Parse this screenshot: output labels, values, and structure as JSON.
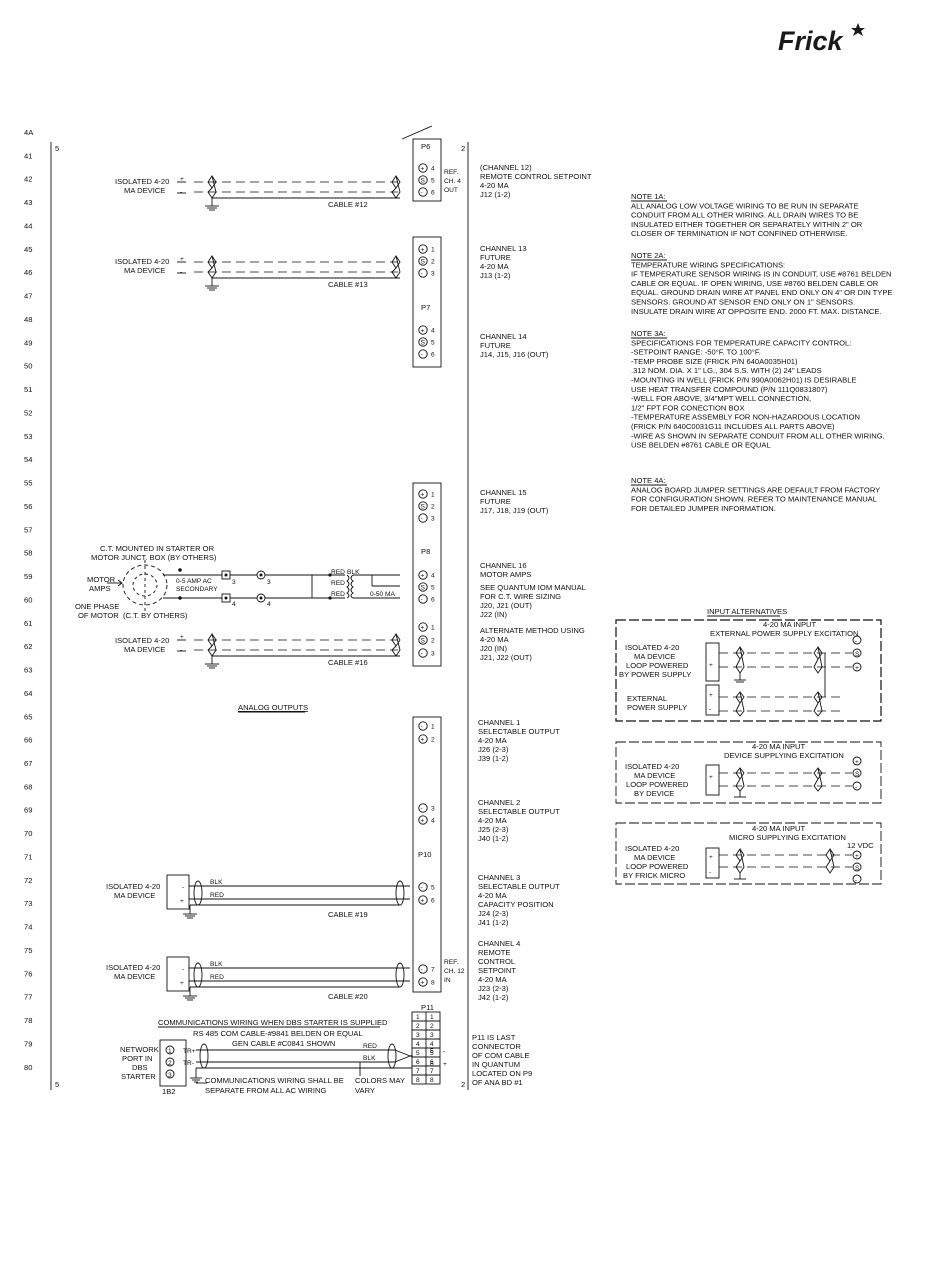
{
  "brand": {
    "logo_text": "Frick"
  },
  "sheet": {
    "row_numbers": [
      "4A",
      "41",
      "42",
      "43",
      "44",
      "45",
      "46",
      "47",
      "48",
      "49",
      "50",
      "51",
      "52",
      "53",
      "54",
      "55",
      "56",
      "57",
      "58",
      "59",
      "60",
      "61",
      "62",
      "63",
      "64",
      "65",
      "66",
      "67",
      "68",
      "69",
      "70",
      "71",
      "72",
      "73",
      "74",
      "75",
      "76",
      "77",
      "78",
      "79",
      "80"
    ],
    "zone_left": "5",
    "zone_right": "2"
  },
  "board_labels": {
    "p6": "P6",
    "p7": "P7",
    "p8": "P8",
    "p10": "P10",
    "p11": "P11"
  },
  "inputs": {
    "ch12": {
      "device": [
        "ISOLATED 4-20",
        "MA DEVICE"
      ],
      "cable": "CABLE #12",
      "ref": [
        "REF.",
        "CH. 4",
        "OUT"
      ],
      "terms": [
        "4",
        "5",
        "6"
      ],
      "desc": [
        "(CHANNEL 12)",
        "REMOTE CONTROL SETPOINT",
        "4-20 MA",
        "J12 (1-2)"
      ]
    },
    "ch13": {
      "device": [
        "ISOLATED 4-20",
        "MA DEVICE"
      ],
      "cable": "CABLE #13",
      "terms": [
        "1",
        "2",
        "3"
      ],
      "desc": [
        "CHANNEL 13",
        "FUTURE",
        "4-20 MA",
        "J13 (1-2)"
      ]
    },
    "ch14": {
      "terms": [
        "4",
        "5",
        "6"
      ],
      "desc": [
        "CHANNEL 14",
        "FUTURE",
        "J14, J15, J16 (OUT)"
      ]
    },
    "ch15": {
      "terms": [
        "1",
        "2",
        "3"
      ],
      "desc": [
        "CHANNEL 15",
        "FUTURE",
        "J17, J18, J19 (OUT)"
      ]
    },
    "ch16": {
      "ct_note": [
        "C.T. MOUNTED IN STARTER OR",
        "MOTOR JUNCT. BOX (BY OTHERS)"
      ],
      "motor_amps": [
        "MOTOR",
        "AMPS"
      ],
      "one_phase": [
        "ONE PHASE",
        "OF MOTOR",
        "(C.T. BY OTHERS)"
      ],
      "secondary": [
        "0-5 AMP AC",
        "SECONDARY"
      ],
      "t3": "3",
      "t4": "4",
      "red": "RED",
      "blk": "BLK",
      "burden": "0-50 MA",
      "terms": [
        "4",
        "5",
        "6"
      ],
      "desc": [
        "CHANNEL 16",
        "MOTOR AMPS",
        "SEE QUANTUM IOM MANUAL",
        "FOR C.T. WIRE SIZING",
        "J20, J21 (OUT)",
        "J22 (IN)"
      ]
    },
    "ch16alt": {
      "device": [
        "ISOLATED 4-20",
        "MA DEVICE"
      ],
      "cable": "CABLE #16",
      "terms": [
        "1",
        "2",
        "3"
      ],
      "desc": [
        "ALTERNATE METHOD USING",
        "4-20 MA",
        "J20 (IN)",
        "J21, J22 (OUT)"
      ]
    }
  },
  "outputs": {
    "heading": "ANALOG OUTPUTS",
    "ch1": {
      "terms": [
        "1",
        "2"
      ],
      "desc": [
        "CHANNEL 1",
        "SELECTABLE OUTPUT",
        "4-20 MA",
        "J26 (2-3)",
        "J39 (1-2)"
      ]
    },
    "ch2": {
      "terms": [
        "3",
        "4"
      ],
      "desc": [
        "CHANNEL 2",
        "SELECTABLE OUTPUT",
        "4-20 MA",
        "J25 (2-3)",
        "J40 (1-2)"
      ]
    },
    "ch3": {
      "device": [
        "ISOLATED 4-20",
        "MA DEVICE"
      ],
      "cable": "CABLE #19",
      "blk": "BLK",
      "red": "RED",
      "terms": [
        "5",
        "6"
      ],
      "desc": [
        "CHANNEL 3",
        "SELECTABLE OUTPUT",
        "4-20 MA",
        "CAPACITY POSITION",
        "J24 (2-3)",
        "J41 (1-2)"
      ]
    },
    "ch4": {
      "device": [
        "ISOLATED 4-20",
        "MA DEVICE"
      ],
      "cable": "CABLE #20",
      "blk": "BLK",
      "red": "RED",
      "terms": [
        "7",
        "8"
      ],
      "ref": [
        "REF.",
        "CH. 12",
        "IN"
      ],
      "desc": [
        "CHANNEL 4",
        "REMOTE",
        "CONTROL",
        "SETPOINT",
        "4-20 MA",
        "J23 (2-3)",
        "J42 (1-2)"
      ]
    }
  },
  "comms": {
    "title": "COMMUNICATIONS WIRING WHEN DBS STARTER IS SUPPLIED",
    "cable_line1": "RS 485 COM CABLE-#9841 BELDEN OR EQUAL",
    "cable_line2": "GEN CABLE #C0841 SHOWN",
    "network": [
      "NETWORK",
      "PORT IN",
      "DBS",
      "STARTER"
    ],
    "pins": [
      "1",
      "2",
      "3"
    ],
    "tr_plus": "TR+",
    "tr_minus": "TR-",
    "red": "RED",
    "blk": "BLK",
    "tb": "1B2",
    "note1": [
      "COMMUNICATIONS WIRING SHALL BE",
      "SEPARATE FROM ALL AC WIRING"
    ],
    "note2": [
      "COLORS MAY",
      "VARY"
    ],
    "p11_rows": [
      "1",
      "2",
      "3",
      "4",
      "5",
      "6",
      "7",
      "8"
    ],
    "p11_note": [
      "P11 IS LAST",
      "CONNECTOR",
      "OF COM CABLE",
      "IN QUANTUM",
      "LOCATED ON P9",
      "OF ANA BD #1"
    ]
  },
  "notes": {
    "n1a": {
      "title": "NOTE 1A:",
      "lines": [
        "ALL ANALOG LOW VOLTAGE WIRING TO BE RUN IN SEPARATE",
        "CONDUIT FROM ALL OTHER WIRING. ALL DRAIN WIRES TO BE",
        "INSULATED EITHER TOGETHER OR SEPARATELY WITHIN 2\" OR",
        "CLOSER OF TERMINATION IF NOT CONFINED OTHERWISE."
      ]
    },
    "n2a": {
      "title": "NOTE 2A:",
      "lines": [
        "TEMPERATURE WIRING SPECIFICATIONS:",
        "IF TEMPERATURE SENSOR WIRING IS IN CONDUIT, USE #8761 BELDEN",
        "CABLE OR EQUAL. IF OPEN WIRING, USE #8760 BELDEN CABLE OR",
        "EQUAL. GROUND DRAIN WIRE AT PANEL END ONLY ON 4\" OR DIN TYPE",
        "SENSORS. GROUND AT SENSOR END ONLY ON 1\" SENSORS.",
        "INSULATE DRAIN WIRE AT OPPOSITE END.   2000 FT. MAX. DISTANCE."
      ]
    },
    "n3a": {
      "title": "NOTE 3A:",
      "lines": [
        "SPECIFICATIONS FOR TEMPERATURE CAPACITY CONTROL:",
        "-SETPOINT RANGE: -50°F. TO 100°F.",
        "-TEMP PROBE SIZE (FRICK P/N 640A0035H01)",
        " .312 NOM. DIA. X 1\" LG., 304 S.S. WITH (2) 24\" LEADS",
        "-MOUNTING IN WELL (FRICK P/N 990A0062H01) IS DESIRABLE",
        " USE HEAT TRANSFER COMPOUND (P/N 111Q0831807)",
        "-WELL FOR ABOVE, 3/4\"MPT WELL CONNECTION,",
        " 1/2\" FPT FOR CONECTION BOX",
        "-TEMPERATURE ASSEMBLY FOR NON-HAZARDOUS LOCATION",
        " (FRICK P/N 640C0031G11 INCLUDES ALL PARTS ABOVE)",
        "-WIRE AS SHOWN IN SEPARATE CONDUIT FROM ALL OTHER WIRING.",
        " USE BELDEN #8761 CABLE OR EQUAL"
      ]
    },
    "n4a": {
      "title": "NOTE 4A:",
      "lines": [
        "ANALOG BOARD JUMPER SETTINGS ARE DEFAULT FROM FACTORY",
        "FOR CONFIGURATION SHOWN. REFER TO MAINTENANCE MANUAL",
        "FOR DETAILED JUMPER INFORMATION."
      ]
    }
  },
  "alternatives": {
    "heading": "INPUT ALTERNATIVES",
    "ext": {
      "title": [
        "4-20 MA INPUT",
        "EXTERNAL POWER SUPPLY EXCITATION"
      ],
      "device": [
        "ISOLATED 4-20",
        "MA DEVICE",
        "LOOP POWERED",
        "BY POWER SUPPLY"
      ],
      "supply": [
        "EXTERNAL",
        "POWER SUPPLY"
      ]
    },
    "dev": {
      "title": [
        "4-20 MA INPUT",
        "DEVICE SUPPLYING EXCITATION"
      ],
      "device": [
        "ISOLATED 4-20",
        "MA DEVICE",
        "LOOP POWERED",
        "BY DEVICE"
      ]
    },
    "micro": {
      "title": [
        "4-20 MA INPUT",
        "MICRO SUPPLYING EXCITATION"
      ],
      "device": [
        "ISOLATED 4-20",
        "MA DEVICE",
        "LOOP POWERED",
        "BY FRICK MICRO"
      ],
      "vdc": "12 VDC"
    }
  }
}
